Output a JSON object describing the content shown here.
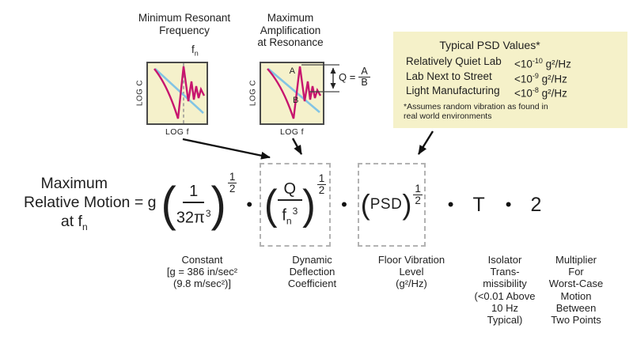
{
  "colors": {
    "panel_yellow": "#f5f1c9",
    "curve_magenta": "#c7156e",
    "line_cyan": "#82c4e4",
    "ink": "#1a1a1a",
    "dashed_box_gray": "#b3b3b3"
  },
  "charts": {
    "left": {
      "title": [
        "Minimum Resonant",
        "Frequency"
      ],
      "fn_base": "f",
      "fn_sub": "n",
      "y_axis": "LOG C",
      "x_axis": "LOG f"
    },
    "right": {
      "title": [
        "Maximum",
        "Amplification",
        "at Resonance"
      ],
      "y_axis": "LOG C",
      "x_axis": "LOG f",
      "point_a": "A",
      "point_b": "B",
      "q_prefix": "Q =",
      "q_num": "A",
      "q_den": "B"
    }
  },
  "psd_panel": {
    "title": "Typical PSD Values*",
    "rows": [
      {
        "label": "Relatively Quiet Lab",
        "value_base": "<10",
        "value_exp": "-10",
        "value_unit": " g²/Hz"
      },
      {
        "label": "Lab Next to Street",
        "value_base": "<10",
        "value_exp": "-9",
        "value_unit": " g²/Hz"
      },
      {
        "label": "Light Manufacturing",
        "value_base": "<10",
        "value_exp": "-8",
        "value_unit": " g²/Hz"
      }
    ],
    "footnote": [
      "*Assumes random vibration as found in",
      "real world environments"
    ]
  },
  "equation": {
    "lhs": [
      "Maximum",
      "Relative Motion",
      "at f"
    ],
    "lhs_sub": "n",
    "equals_g": "= g",
    "term1": {
      "num": "1",
      "den_base": "32π",
      "den_exp": "3"
    },
    "half_num": "1",
    "half_den": "2",
    "bullet": "•",
    "term2": {
      "num": "Q",
      "den_base": "f",
      "den_sub": "n",
      "den_exp": "3"
    },
    "term3": "PSD",
    "term4": "T",
    "term5": "2"
  },
  "term_labels": {
    "constant": [
      "Constant",
      "[g = 386 in/sec²",
      "(9.8 m/sec²)]"
    ],
    "dynamic": [
      "Dynamic",
      "Deflection",
      "Coefficient"
    ],
    "floor": [
      "Floor Vibration",
      "Level",
      "(g²/Hz)"
    ],
    "isolator": [
      "Isolator",
      "Trans-",
      "missibility",
      "(<0.01 Above",
      "10 Hz",
      "Typical)"
    ],
    "multiplier": [
      "Multiplier",
      "For",
      "Worst-Case",
      "Motion",
      "Between",
      "Two Points"
    ]
  }
}
